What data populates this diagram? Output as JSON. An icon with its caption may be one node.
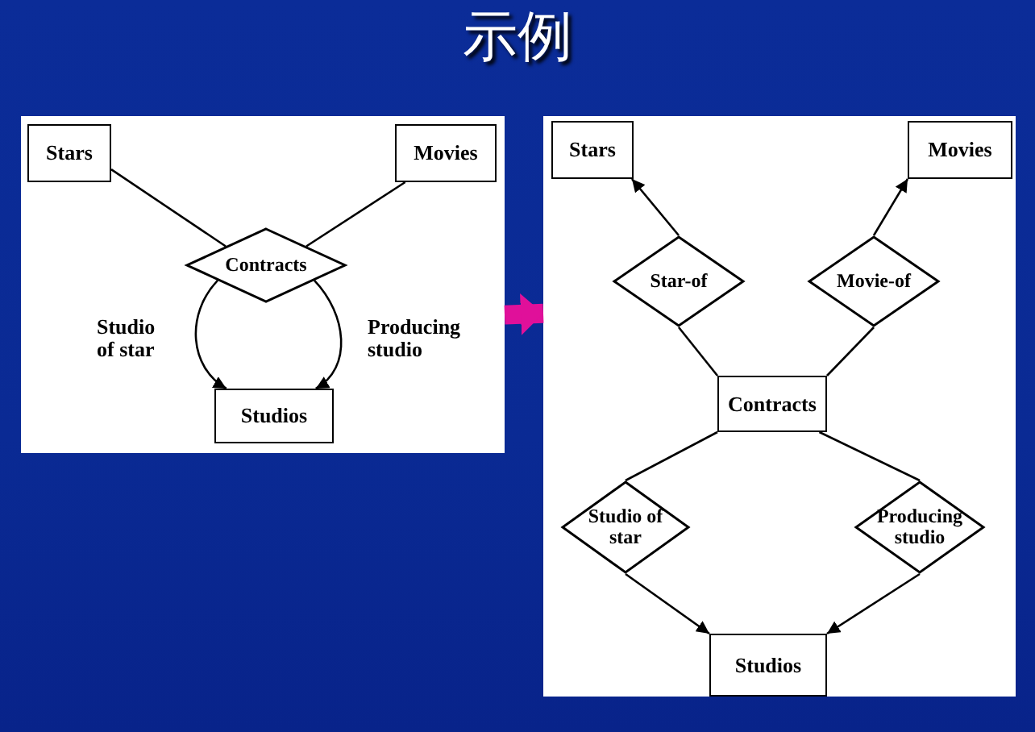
{
  "diagram": {
    "title": "示例",
    "nodes": [
      {
        "text": [],
        "shape": "box"
      },
      {
        "text": [
          "Stars"
        ],
        "in": 0
      },
      {
        "text": [
          "Movies"
        ],
        "in": 0
      },
      {
        "text": [
          "Contracts"
        ],
        "in": 0
      },
      {
        "text": [
          "Studios"
        ],
        "in": 0
      },
      {
        "text": [],
        "shape": "box"
      },
      {
        "text": [
          "Stars"
        ],
        "in": 5
      },
      {
        "text": [
          "Movies"
        ],
        "in": 5
      },
      {
        "text": [
          "Star-of"
        ],
        "in": 5
      },
      {
        "text": [
          "Movie-of"
        ],
        "in": 5
      },
      {
        "text": [
          "Contracts"
        ],
        "in": 5
      },
      {
        "text": [
          "Studio of star"
        ],
        "in": 5
      },
      {
        "text": [
          "Producing studio"
        ],
        "in": 5
      },
      {
        "text": [
          "Studios"
        ],
        "in": 5
      }
    ],
    "edges": [
      {
        "from": 3,
        "to": 1,
        "arrow": "none"
      },
      {
        "from": 3,
        "to": 2,
        "arrow": "none"
      },
      {
        "from": 3,
        "to": 4,
        "arrow": "to",
        "label": "Studio of star"
      },
      {
        "from": 3,
        "to": 4,
        "arrow": "to",
        "label": "Producing studio"
      },
      {
        "from": 0,
        "to": 5,
        "arrow": "to",
        "style": "thick",
        "color": "#e0109a"
      },
      {
        "from": 8,
        "to": 6,
        "arrow": "to"
      },
      {
        "from": 8,
        "to": 10,
        "arrow": "none"
      },
      {
        "from": 9,
        "to": 7,
        "arrow": "to"
      },
      {
        "from": 9,
        "to": 10,
        "arrow": "none"
      },
      {
        "from": 10,
        "to": 11,
        "arrow": "none"
      },
      {
        "from": 11,
        "to": 13,
        "arrow": "to"
      },
      {
        "from": 10,
        "to": 12,
        "arrow": "none"
      },
      {
        "from": 12,
        "to": 13,
        "arrow": "to"
      }
    ]
  }
}
